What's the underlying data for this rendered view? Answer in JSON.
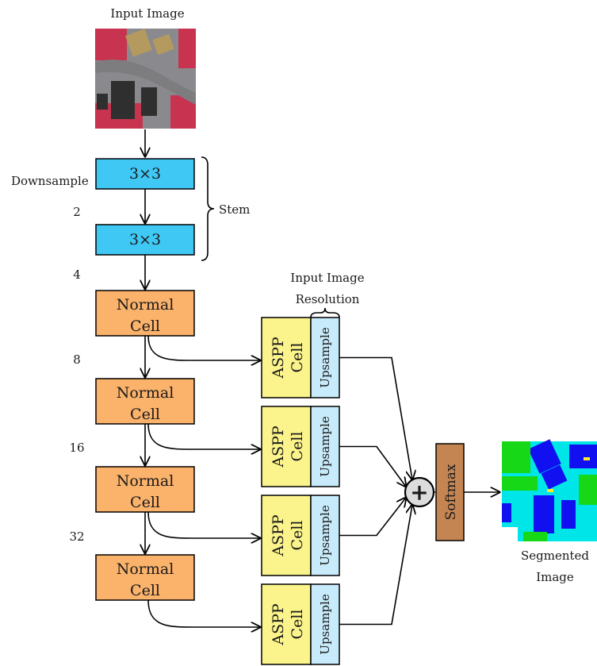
{
  "input_image": {
    "title": "Input Image",
    "palette": {
      "vegetation": "#c8334f",
      "road": "#7d7d80",
      "roof_dark": "#2f2f2f",
      "roof_tan": "#b49a5e",
      "ground": "#8a8a8e"
    }
  },
  "stem": {
    "conv1": "3×3",
    "conv2": "3×3",
    "label": "Stem",
    "color": "#40c8f5"
  },
  "downsample": {
    "title": "Downsample",
    "factors": [
      "2",
      "4",
      "8",
      "16",
      "32"
    ]
  },
  "cells": {
    "normal_line1": "Normal",
    "normal_line2": "Cell",
    "normal_color": "#fbb26b",
    "aspp_line1": "ASPP",
    "aspp_line2": "Cell",
    "aspp_color": "#fbf38b",
    "upsample": "Upsample",
    "upsample_color": "#c8ebfb"
  },
  "resolution_label": {
    "line1": "Input Image",
    "line2": "Resolution"
  },
  "sum_symbol": "+",
  "softmax": {
    "label": "Softmax",
    "color": "#c48552"
  },
  "output": {
    "line1": "Segmented",
    "line2": "Image",
    "palette": {
      "background": "#00e5e8",
      "building": "#1010f0",
      "vegetation": "#16d816",
      "car": "#ffeb2a",
      "clutter": "#ffffff"
    }
  }
}
